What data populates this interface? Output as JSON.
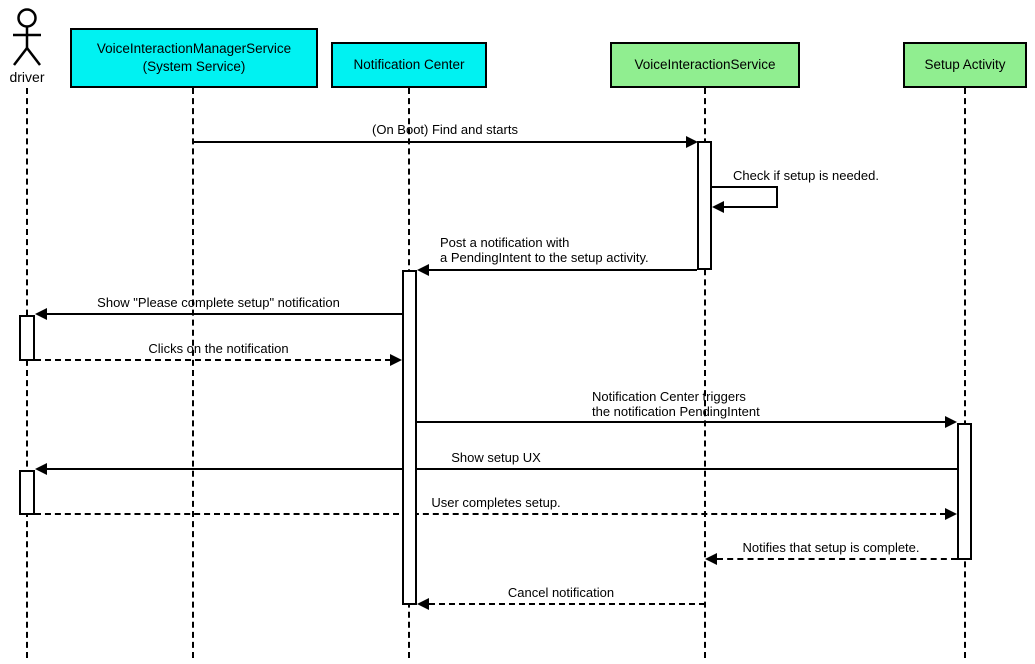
{
  "diagram": {
    "type": "uml-sequence-diagram",
    "background_color": "#FFFFFF",
    "line_color": "#000000",
    "participants": [
      {
        "id": "driver",
        "kind": "actor",
        "label": "driver"
      },
      {
        "id": "voice-interaction-manager-service",
        "kind": "object",
        "label_line1": "VoiceInteractionManagerService",
        "label_line2": "(System Service)",
        "fill_color": "#00F2F2"
      },
      {
        "id": "notification-center",
        "kind": "object",
        "label": "Notification Center",
        "fill_color": "#00F2F2"
      },
      {
        "id": "voice-interaction-service",
        "kind": "object",
        "label": "VoiceInteractionService",
        "fill_color": "#90EE90"
      },
      {
        "id": "setup-activity",
        "kind": "object",
        "label": "Setup Activity",
        "fill_color": "#90EE90"
      }
    ],
    "messages": [
      {
        "label": "(On Boot) Find and starts",
        "from": "VoiceInteractionManagerService (System Service)",
        "to": "VoiceInteractionService",
        "line": "solid"
      },
      {
        "label": "Check if setup is needed.",
        "from": "VoiceInteractionService",
        "to": "VoiceInteractionService",
        "line": "solid-self"
      },
      {
        "label_line1": "Post a notification with",
        "label_line2": "a PendingIntent to the setup activity.",
        "from": "VoiceInteractionService",
        "to": "Notification Center",
        "line": "solid"
      },
      {
        "label": "Show \"Please complete setup\" notification",
        "from": "Notification Center",
        "to": "driver",
        "line": "solid"
      },
      {
        "label": "Clicks on the notification",
        "from": "driver",
        "to": "Notification Center",
        "line": "dashed"
      },
      {
        "label_line1": "Notification Center triggers",
        "label_line2": "the notification PendingIntent",
        "from": "Notification Center",
        "to": "Setup Activity",
        "line": "solid"
      },
      {
        "label": "Show setup UX",
        "from": "Setup Activity",
        "to": "driver",
        "line": "solid"
      },
      {
        "label": "User completes setup.",
        "from": "driver",
        "to": "Setup Activity",
        "line": "dashed"
      },
      {
        "label": "Notifies that setup is complete.",
        "from": "Setup Activity",
        "to": "VoiceInteractionService",
        "line": "dashed"
      },
      {
        "label": "Cancel notification",
        "from": "VoiceInteractionService",
        "to": "Notification Center",
        "line": "dashed"
      }
    ]
  }
}
